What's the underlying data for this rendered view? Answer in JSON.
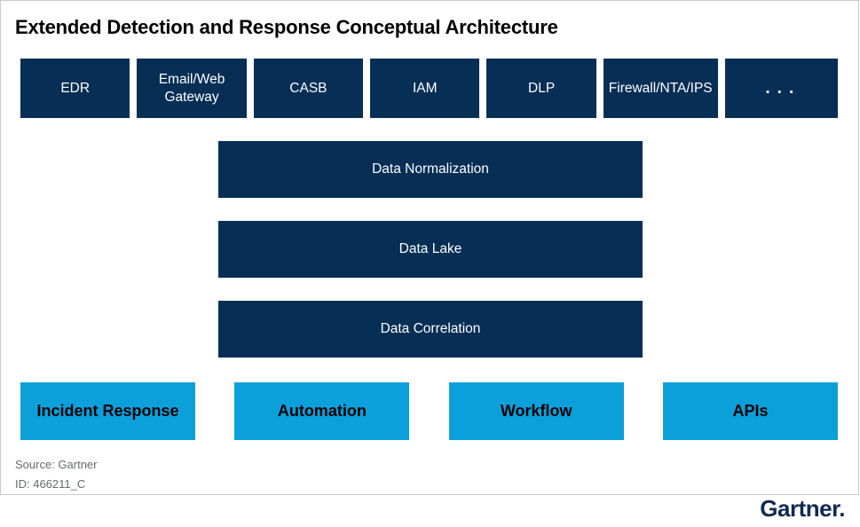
{
  "title": "Extended Detection and Response Conceptual Architecture",
  "colors": {
    "navy_box": "#072E55",
    "blue_box": "#0CA0DB",
    "frame_border": "#C9C9C9",
    "source_text": "#66696C",
    "logo": "#122A50"
  },
  "top_row": [
    {
      "label": "EDR"
    },
    {
      "label": "Email/Web Gateway"
    },
    {
      "label": "CASB"
    },
    {
      "label": "IAM"
    },
    {
      "label": "DLP"
    },
    {
      "label": "Firewall/NTA/IPS"
    },
    {
      "label": "..."
    }
  ],
  "middle_stack": [
    {
      "label": "Data Normalization"
    },
    {
      "label": "Data Lake"
    },
    {
      "label": "Data Correlation"
    }
  ],
  "bottom_row": [
    {
      "label": "Incident Response"
    },
    {
      "label": "Automation"
    },
    {
      "label": "Workflow"
    },
    {
      "label": "APIs"
    }
  ],
  "footnote": {
    "source": "Source: Gartner",
    "id": "ID: 466211_C"
  },
  "branding": {
    "logo_text": "Gartner."
  }
}
